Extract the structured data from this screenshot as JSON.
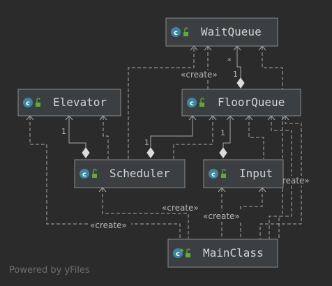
{
  "classes": {
    "waitqueue": "WaitQueue",
    "elevator": "Elevator",
    "floorqueue": "FloorQueue",
    "scheduler": "Scheduler",
    "input": "Input",
    "mainclass": "MainClass"
  },
  "labels": {
    "create": "«create»",
    "mult_many": "*",
    "mult_one": "1"
  },
  "icons": {
    "class": "class-c-icon",
    "access": "unlocked-padlock-icon",
    "main": "run-class-icon"
  },
  "colors": {
    "background": "#2b2b2b",
    "node_fill": "#3c3f41",
    "class_icon": "#3e86a0",
    "lock_icon": "#62a83b"
  },
  "footer": "Powered by yFiles"
}
